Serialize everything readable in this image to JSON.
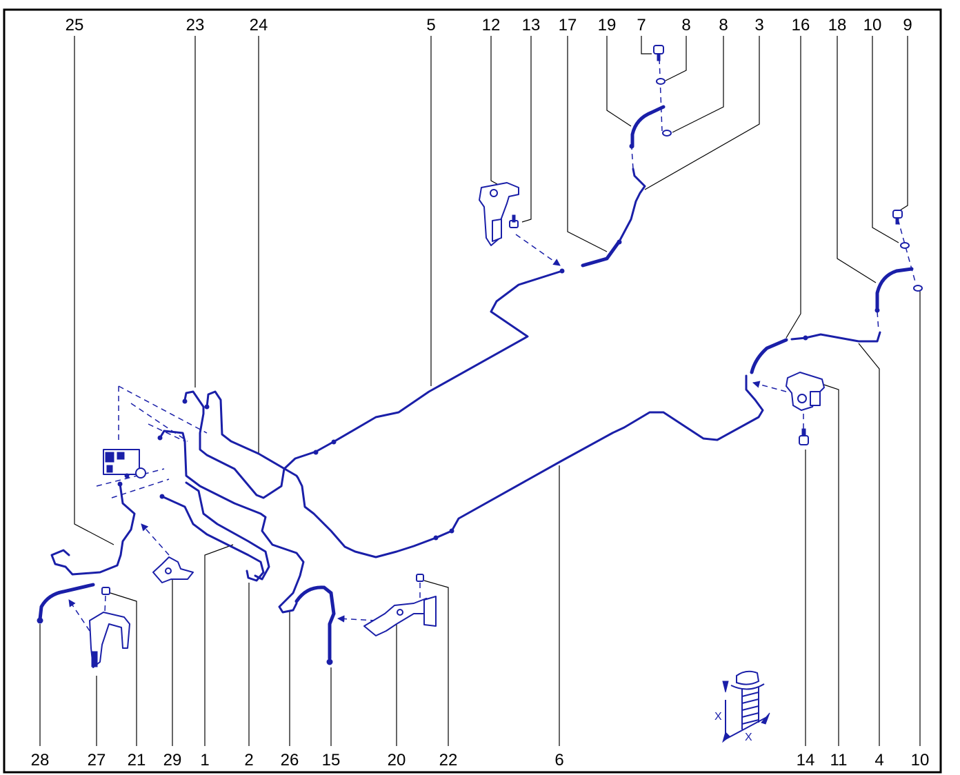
{
  "colors": {
    "line": "#1a1fa8",
    "label": "#000000",
    "frame": "#000000",
    "background": "#ffffff"
  },
  "callouts_top": [
    "25",
    "23",
    "24",
    "5",
    "12",
    "13",
    "17",
    "19",
    "7",
    "8",
    "8",
    "3",
    "16",
    "18",
    "10",
    "9"
  ],
  "callouts_bottom": [
    "28",
    "27",
    "21",
    "29",
    "1",
    "2",
    "26",
    "15",
    "20",
    "22",
    "6",
    "14",
    "11",
    "4",
    "10"
  ],
  "inset": {
    "dimension_label_1": "X",
    "dimension_label_2": "X"
  }
}
